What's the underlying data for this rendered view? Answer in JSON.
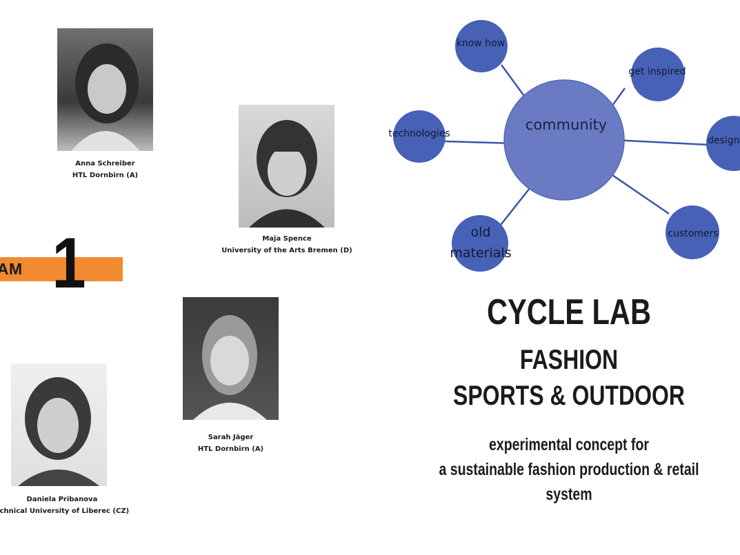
{
  "team": {
    "word": "EAM",
    "number": "1"
  },
  "members": [
    {
      "name": "Anna Schreiber",
      "affiliation": "HTL Dornbirn (A)"
    },
    {
      "name": "Maja Spence",
      "affiliation": "University of the Arts Bremen (D)"
    },
    {
      "name": "Sarah Jäger",
      "affiliation": "HTL Dornbirn (A)"
    },
    {
      "name": "Daniela Pribanova",
      "affiliation": "echnical University of Liberec (CZ)"
    }
  ],
  "mindmap": {
    "center": "community",
    "nodes": [
      "know how",
      "get inspired",
      "technologies",
      "design",
      "old materials",
      "customers"
    ],
    "colors": {
      "center": "#6a7bc4",
      "node": "#4661b6",
      "stroke": "#3a55a8"
    }
  },
  "title": {
    "line1": "CYCLE LAB",
    "line2": "FASHION",
    "line3": "SPORTS & OUTDOOR",
    "sub1": "experimental concept for",
    "sub2": "a sustainable fashion production & retail system"
  },
  "colors": {
    "team_bar": "#f28a30"
  }
}
